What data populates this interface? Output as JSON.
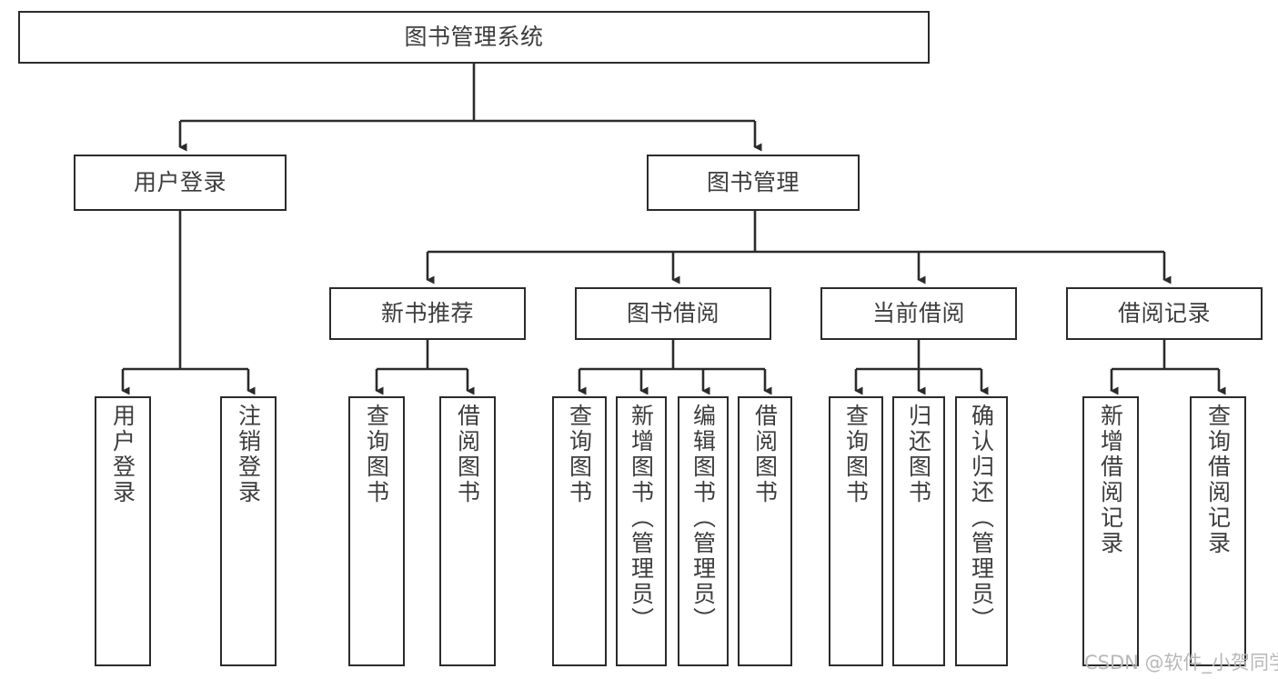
{
  "diagram": {
    "title": "图书管理系统",
    "type": "tree-hierarchy-chart",
    "root": {
      "label": "图书管理系统"
    },
    "level2": [
      {
        "label": "用户登录"
      },
      {
        "label": "图书管理"
      }
    ],
    "level3": [
      {
        "label": "新书推荐"
      },
      {
        "label": "图书借阅"
      },
      {
        "label": "当前借阅"
      },
      {
        "label": "借阅记录"
      }
    ],
    "leaves": {
      "user_login": [
        {
          "label": "用户登录"
        },
        {
          "label": "注销登录"
        }
      ],
      "new_book_recommend": [
        {
          "label": "查询图书"
        },
        {
          "label": "借阅图书"
        }
      ],
      "book_borrow": [
        {
          "label": "查询图书"
        },
        {
          "label": "新增图书（管理员）"
        },
        {
          "label": "编辑图书（管理员）"
        },
        {
          "label": "借阅图书"
        }
      ],
      "current_borrow": [
        {
          "label": "查询图书"
        },
        {
          "label": "归还图书"
        },
        {
          "label": "确认归还（管理员）"
        }
      ],
      "borrow_record": [
        {
          "label": "新增借阅记录"
        },
        {
          "label": "查询借阅记录"
        }
      ]
    }
  },
  "watermark": {
    "text": "CSDN @软件_小贺同学"
  },
  "colors": {
    "border": "#2b2b2b",
    "text": "#3d3d3d",
    "background": "#ffffff",
    "watermark": "#b8b8b8"
  }
}
